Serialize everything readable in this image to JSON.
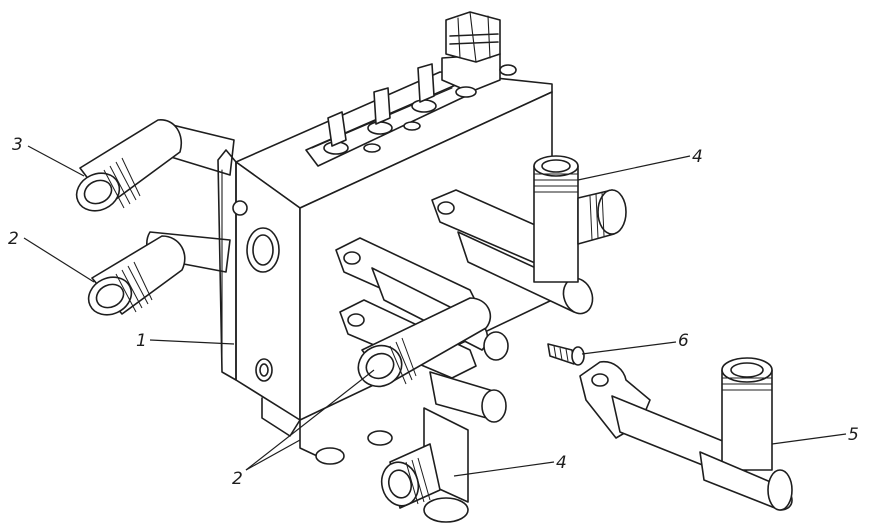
{
  "callouts": {
    "c1": "1",
    "c2_left": "2",
    "c2_bottom": "2",
    "c3": "3",
    "c4_top": "4",
    "c4_bottom": "4",
    "c5": "5",
    "c6": "6"
  },
  "colors": {
    "line": "#1e1e1e",
    "background": "#ffffff",
    "watermark": "#d9d9d9"
  }
}
